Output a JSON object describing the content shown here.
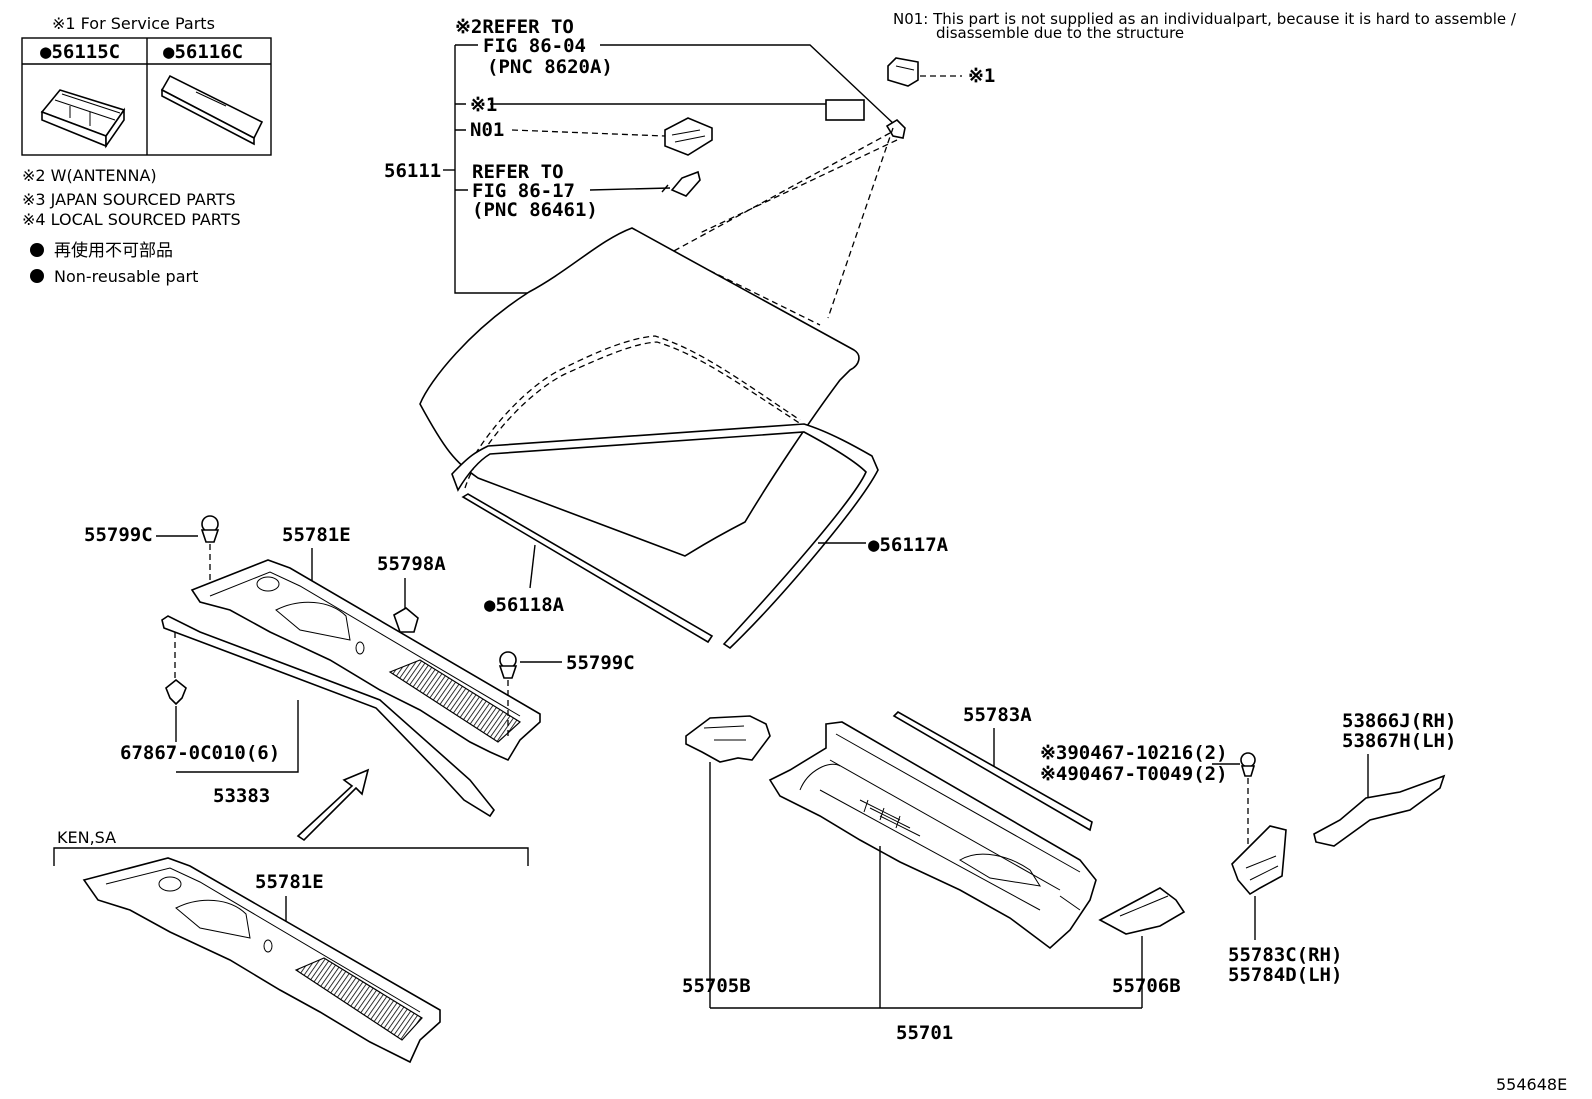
{
  "legend": {
    "service_note": "※1 For Service Parts",
    "service_parts": [
      "●56115C",
      "●56116C"
    ],
    "notes": [
      "※2 W(ANTENNA)",
      "※3 JAPAN SOURCED PARTS",
      "※4 LOCAL SOURCED PARTS"
    ],
    "nonreusable_jp": "再使用不可部品",
    "nonreusable_en": "Non-reusable part"
  },
  "n01_note": {
    "line1": "N01: This part is not supplied as an individualpart, because it is hard to assemble /",
    "line2": "disassemble due to the structure"
  },
  "windshield_refs": {
    "ref1_a": "※2REFER TO",
    "ref1_b": "FIG 86-04",
    "ref1_c": "(PNC 8620A)",
    "mark1": "※1",
    "n01": "N01",
    "part_56111": "56111",
    "ref2_a": "REFER TO",
    "ref2_b": "FIG 86-17",
    "ref2_c": "(PNC 86461)",
    "top_mark": "※1"
  },
  "labels": {
    "p56117A": "●56117A",
    "p56118A": "●56118A",
    "p55799C_left": "55799C",
    "p55781E_top": "55781E",
    "p55798A": "55798A",
    "p55799C_right": "55799C",
    "p67867": "67867-0C010(6)",
    "p53383": "53383",
    "ken_sa": "KEN,SA",
    "p55781E_bottom": "55781E",
    "p55783A": "55783A",
    "p90467_a": "※390467-10216(2)",
    "p90467_b": "※490467-T0049(2)",
    "p53866J": "53866J(RH)",
    "p53867H": "53867H(LH)",
    "p55705B": "55705B",
    "p55706B": "55706B",
    "p55783C": "55783C(RH)",
    "p55784D": "55784D(LH)",
    "p55701": "55701",
    "fig_id": "554648E"
  }
}
